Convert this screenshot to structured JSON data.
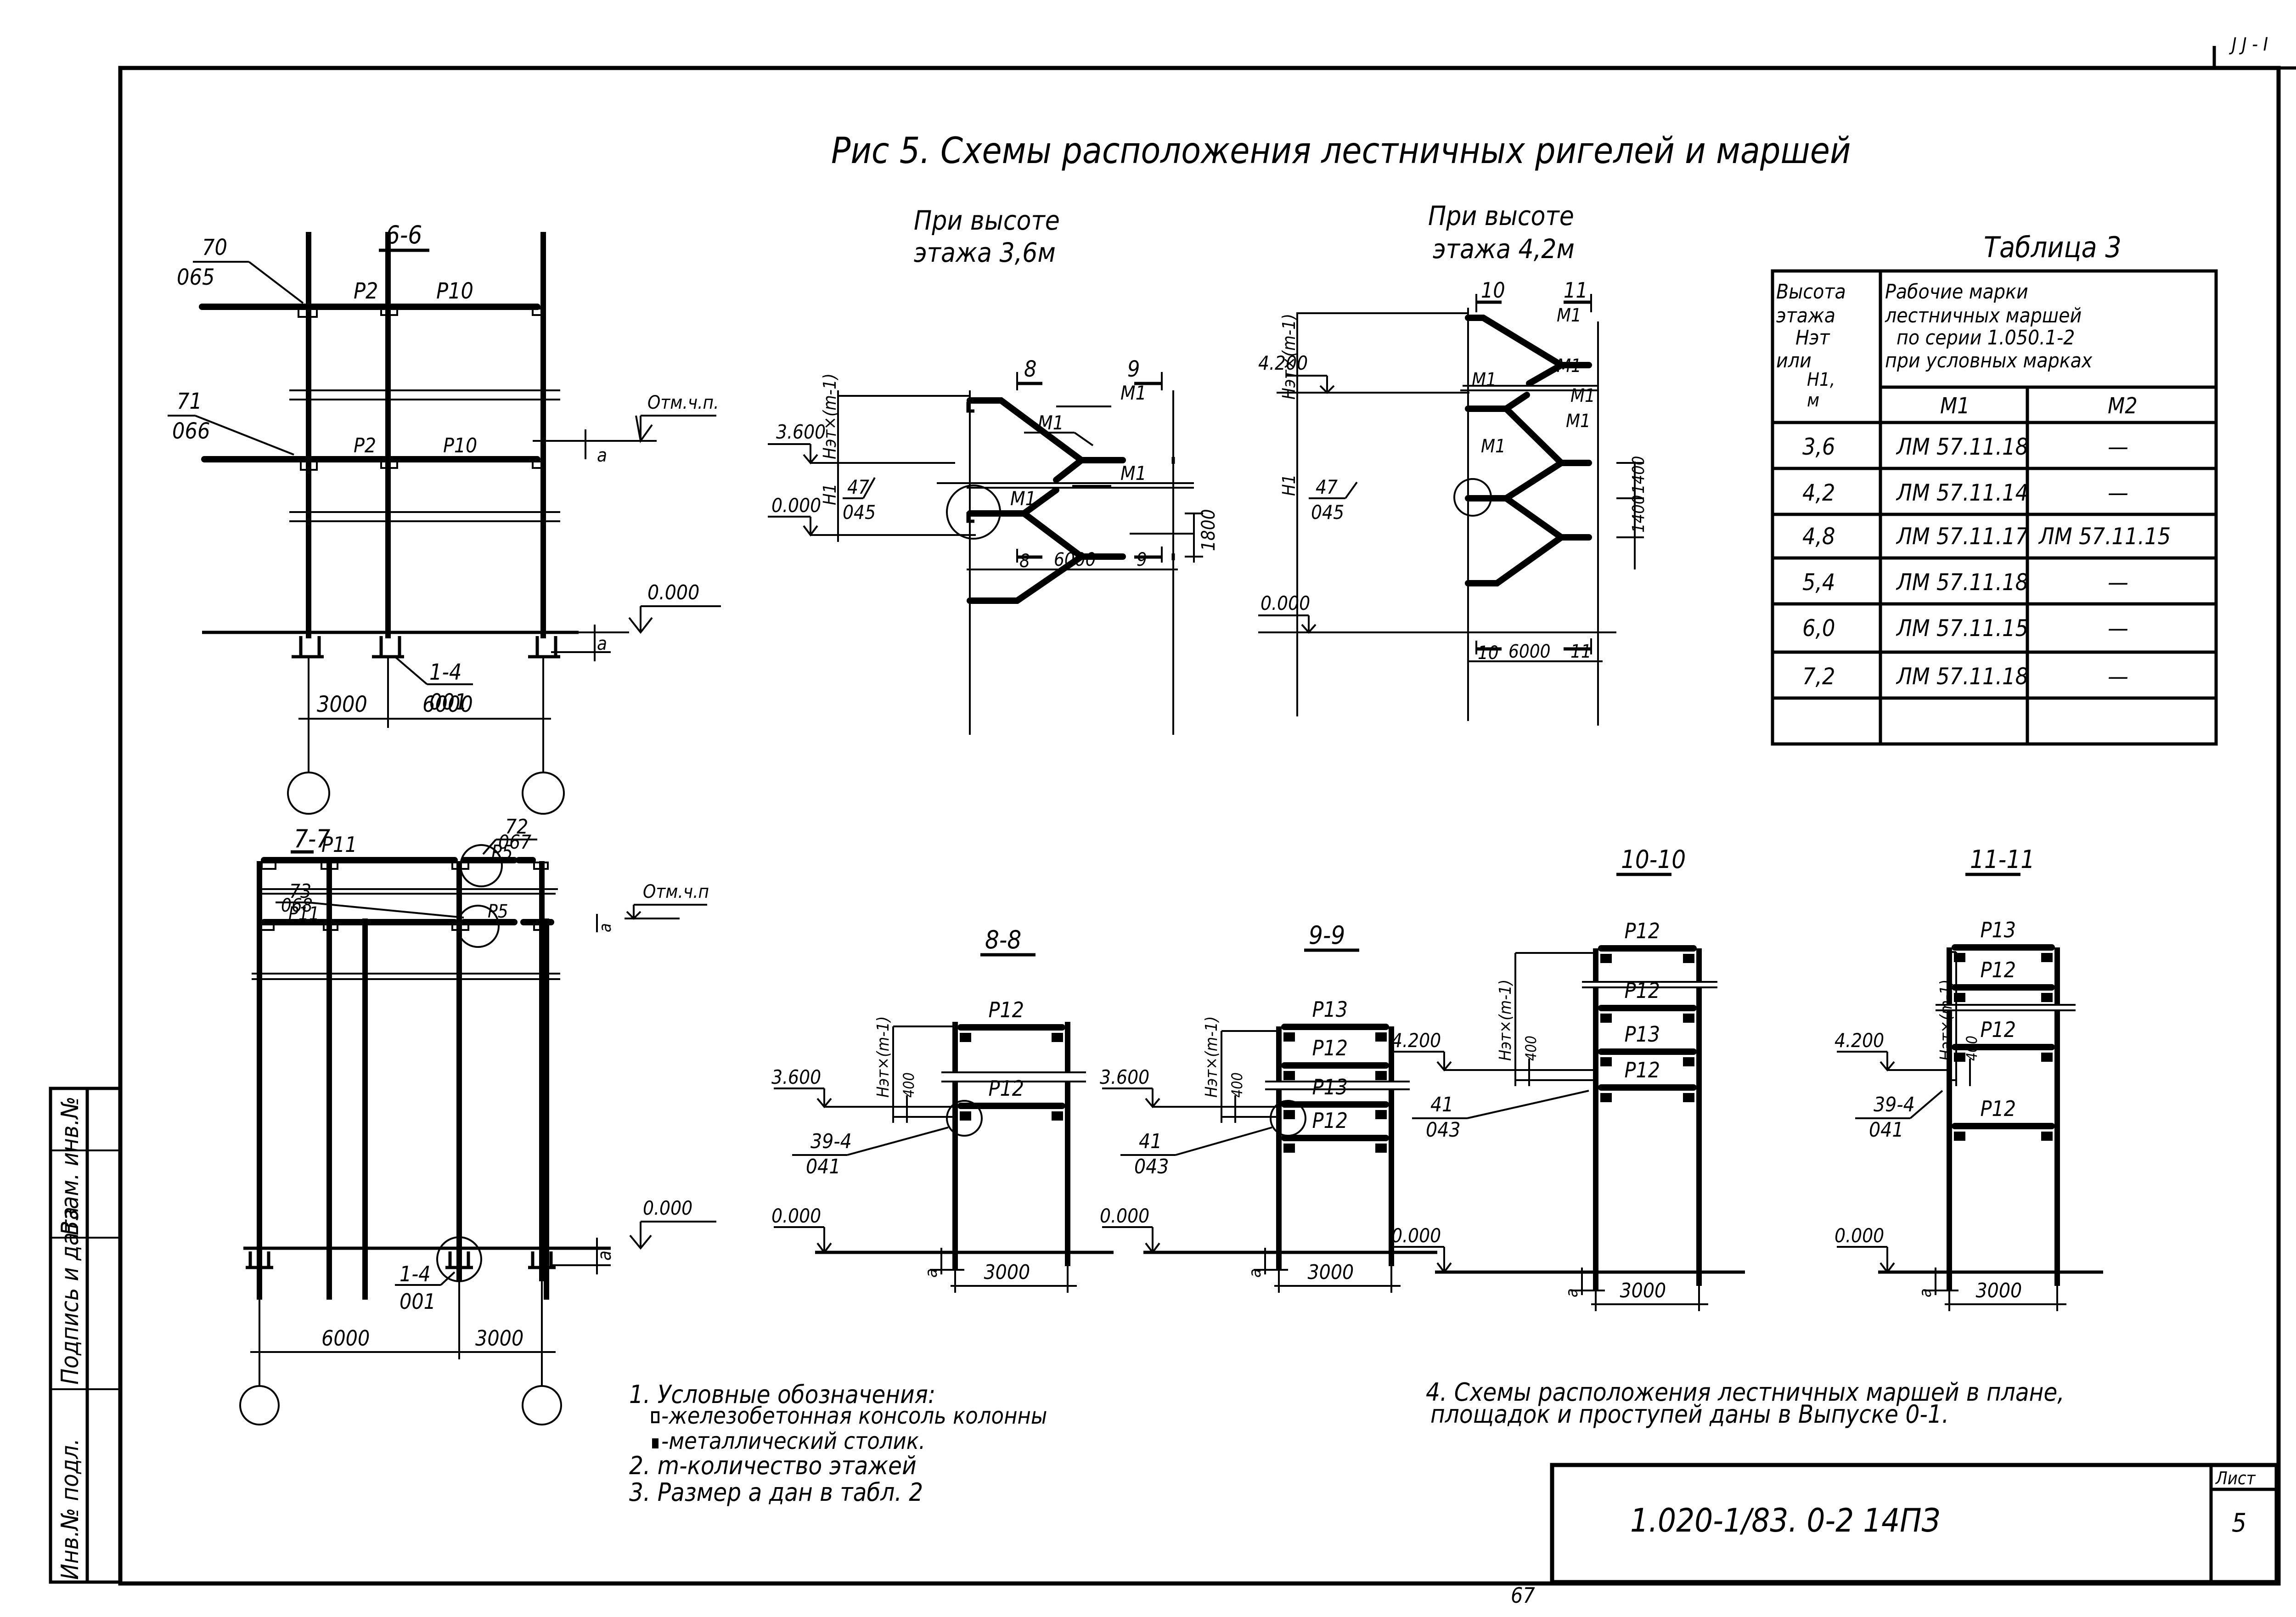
{
  "title": "Рис 5.  Схемы  расположения  лестничных  ригелей  и  маршей",
  "corner_mark": "J J - I",
  "page_number_bottom": "67",
  "section_6_6": {
    "label": "6-6",
    "callout_top": {
      "num": "70",
      "code": "065"
    },
    "callout_mid": {
      "num": "71",
      "code": "066"
    },
    "beams_top": [
      "Р2",
      "Р10"
    ],
    "beams_mid": [
      "Р2",
      "Р10"
    ],
    "level_upper": "Отм.ч.п.",
    "level_ground": "0.000",
    "dim_a": "а",
    "foundation": {
      "num": "1-4",
      "code": "001"
    },
    "dims": [
      "3000",
      "6000"
    ]
  },
  "stair_3_6": {
    "caption_line1": "При высоте",
    "caption_line2": "этажа 3,6м",
    "section_marks": [
      "8",
      "9"
    ],
    "flights": [
      "М1",
      "М1",
      "М1",
      "М1"
    ],
    "level_upper": "3.600",
    "level_ground": "0.000",
    "dim_vertical_top": "Нэт×(m-1)",
    "dim_vertical_bottom": "Н1",
    "callout": {
      "num": "47",
      "code": "045"
    },
    "dim_right": "1800",
    "dim_bottom": "6000"
  },
  "stair_4_2": {
    "caption_line1": "При высоте",
    "caption_line2": "этажа 4,2м",
    "section_marks": [
      "10",
      "11"
    ],
    "flights": [
      "М1",
      "М1",
      "М1",
      "М1",
      "М1",
      "М1"
    ],
    "level_upper": "4.200",
    "level_ground": "0.000",
    "dim_vertical_top": "Нэт×(m-1)",
    "dim_vertical_bottom": "Н1",
    "callout": {
      "num": "47",
      "code": "045"
    },
    "dim_right": [
      "1400",
      "1400"
    ],
    "dim_bottom": "6000"
  },
  "table3": {
    "title": "Таблица 3",
    "header_col1": [
      "Высота",
      "этажа",
      "Нэт",
      "или",
      "Н1,",
      "м"
    ],
    "header_col2": [
      "Рабочие    марки",
      "лестничных  маршей",
      "по серии 1.050.1-2",
      "при условных  марках"
    ],
    "subheaders": [
      "М1",
      "М2"
    ],
    "rows": [
      {
        "h": "3,6",
        "m1": "ЛМ 57.11.18",
        "m2": "—"
      },
      {
        "h": "4,2",
        "m1": "ЛМ 57.11.14",
        "m2": "—"
      },
      {
        "h": "4,8",
        "m1": "ЛМ 57.11.17",
        "m2": "ЛМ 57.11.15"
      },
      {
        "h": "5,4",
        "m1": "ЛМ 57.11.18",
        "m2": "—"
      },
      {
        "h": "6,0",
        "m1": "ЛМ 57.11.15",
        "m2": "—"
      },
      {
        "h": "7,2",
        "m1": "ЛМ 57.11.18",
        "m2": "—"
      }
    ]
  },
  "section_7_7": {
    "label": "7-7",
    "callout_top": {
      "num": "72",
      "code": "067"
    },
    "callout_mid": {
      "num": "73",
      "code": "068"
    },
    "beams_top": [
      "Р11",
      "Р5"
    ],
    "beams_mid": [
      "Р11",
      "Р5"
    ],
    "level_upper": "Отм.ч.п",
    "level_ground": "0.000",
    "dim_a": "а",
    "foundation": {
      "num": "1-4",
      "code": "001"
    },
    "dims": [
      "6000",
      "3000"
    ]
  },
  "section_8_8": {
    "label": "8-8",
    "beams": [
      "Р12",
      "Р12"
    ],
    "level_upper": "3.600",
    "level_ground": "0.000",
    "dim_vertical": "Нэт×(m-1)",
    "dim_400": "400",
    "callout": {
      "num": "39-4",
      "code": "041"
    },
    "dim_a": "а",
    "dim_bottom": "3000"
  },
  "section_9_9": {
    "label": "9-9",
    "beams": [
      "Р13",
      "Р12",
      "Р13",
      "Р12"
    ],
    "level_upper": "3.600",
    "level_ground": "0.000",
    "dim_vertical": "Нэт×(m-1)",
    "dim_400": "400",
    "callout": {
      "num": "41",
      "code": "043"
    },
    "dim_a": "а",
    "dim_bottom": "3000"
  },
  "section_10_10": {
    "label": "10-10",
    "beams": [
      "Р12",
      "Р12",
      "Р13",
      "Р12"
    ],
    "level_upper": "4.200",
    "level_ground": "0.000",
    "dim_vertical": "Нэт×(m-1)",
    "dim_400": "400",
    "callout": {
      "num": "41",
      "code": "043"
    },
    "dim_a": "а",
    "dim_bottom": "3000"
  },
  "section_11_11": {
    "label": "11-11",
    "beams": [
      "Р13",
      "Р12",
      "Р12",
      "Р12"
    ],
    "level_upper": "4.200",
    "level_ground": "0.000",
    "dim_vertical": "Нэт×(m-1)",
    "dim_400": "400",
    "callout": {
      "num": "39-4",
      "code": "041"
    },
    "dim_a": "а",
    "dim_bottom": "3000"
  },
  "notes": {
    "n1": "1. Условные обозначения:",
    "legend1": "-железобетонная консоль колонны",
    "legend2": "-металлический столик.",
    "n2": "2. m-количество этажей",
    "n3": "3. Размер  а  дан в табл. 2",
    "n4_line1": "4. Схемы расположения лестничных маршей в плане,",
    "n4_line2": "площадок и проступей даны в Выпуске 0-1."
  },
  "title_block": {
    "code": "1.020-1/83. 0-2   14ПЗ",
    "sheet_label": "Лист",
    "sheet_number": "5"
  },
  "side_stamp": {
    "cells": [
      "Инв.№ подл.",
      "Подпись и дата",
      "Взам. инв.№"
    ]
  }
}
